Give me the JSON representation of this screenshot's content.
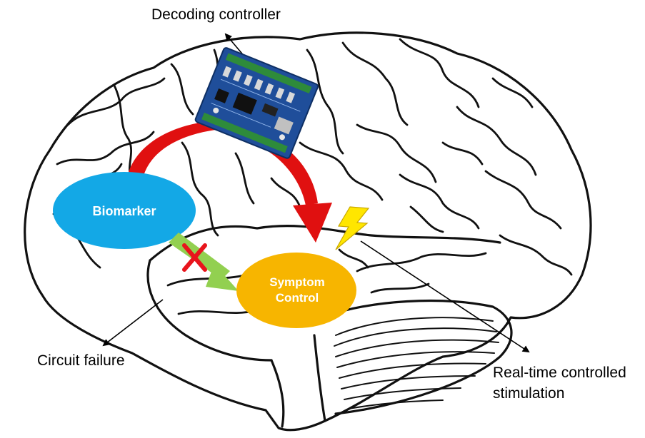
{
  "labels": {
    "decoding_controller": "Decoding controller",
    "circuit_failure": "Circuit failure",
    "realtime_line1": "Real-time controlled",
    "realtime_line2": "stimulation"
  },
  "nodes": {
    "biomarker": "Biomarker",
    "symptom_line1": "Symptom",
    "symptom_line2": "Control"
  },
  "colors": {
    "biomarker": "#13a8e6",
    "symptom": "#f7b500",
    "red_arrow": "#e01010",
    "green_arrow": "#92d050",
    "cross": "#e8141c",
    "bolt": "#ffe600",
    "board": "#1f4e9a"
  },
  "icons": [
    "circuit-board-icon",
    "lightning-bolt-icon",
    "cross-icon"
  ]
}
